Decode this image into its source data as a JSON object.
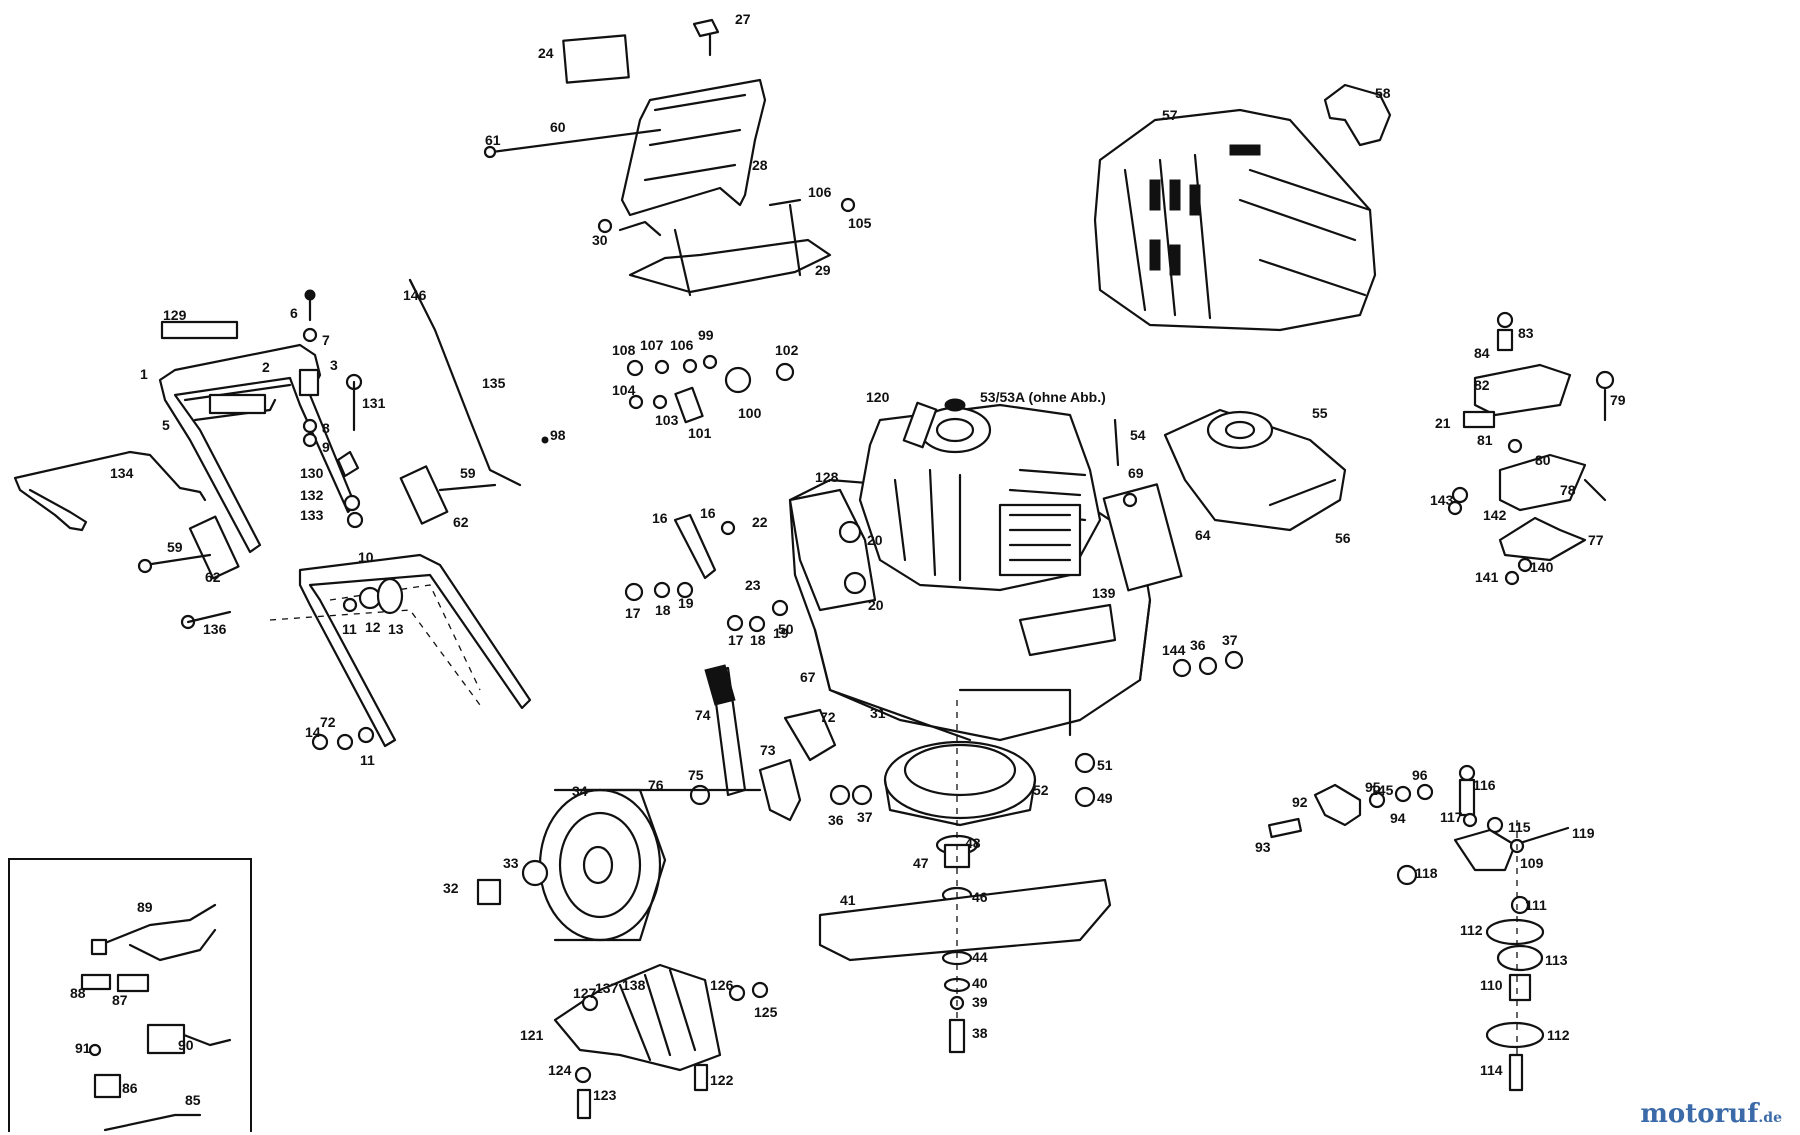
{
  "diagram": {
    "part_numbers": [
      "1",
      "2",
      "3",
      "5",
      "6",
      "7",
      "8",
      "9",
      "10",
      "11",
      "11",
      "12",
      "13",
      "14",
      "16",
      "16",
      "17",
      "17",
      "18",
      "18",
      "19",
      "19",
      "20",
      "20",
      "21",
      "22",
      "23",
      "24",
      "27",
      "28",
      "29",
      "30",
      "31",
      "32",
      "33",
      "34",
      "36",
      "36",
      "37",
      "37",
      "38",
      "39",
      "40",
      "41",
      "44",
      "46",
      "47",
      "48",
      "49",
      "50",
      "51",
      "52",
      "53/53A (ohne Abb.)",
      "54",
      "55",
      "56",
      "57",
      "58",
      "59",
      "59",
      "60",
      "61",
      "62",
      "62",
      "64",
      "67",
      "69",
      "72",
      "72",
      "73",
      "74",
      "75",
      "76",
      "77",
      "78",
      "79",
      "80",
      "81",
      "82",
      "83",
      "84",
      "85",
      "86",
      "87",
      "88",
      "89",
      "90",
      "91",
      "92",
      "93",
      "94",
      "95",
      "96",
      "98",
      "99",
      "100",
      "101",
      "102",
      "103",
      "104",
      "105",
      "106",
      "106",
      "107",
      "108",
      "109",
      "110",
      "111",
      "112",
      "112",
      "113",
      "114",
      "115",
      "116",
      "117",
      "118",
      "119",
      "120",
      "121",
      "122",
      "123",
      "124",
      "125",
      "126",
      "127",
      "128",
      "129",
      "130",
      "131",
      "132",
      "133",
      "134",
      "135",
      "136",
      "137",
      "138",
      "139",
      "140",
      "141",
      "142",
      "143",
      "144",
      "145",
      "146"
    ]
  },
  "watermark": {
    "part_a": "motoruf",
    "part_b": ".de"
  }
}
